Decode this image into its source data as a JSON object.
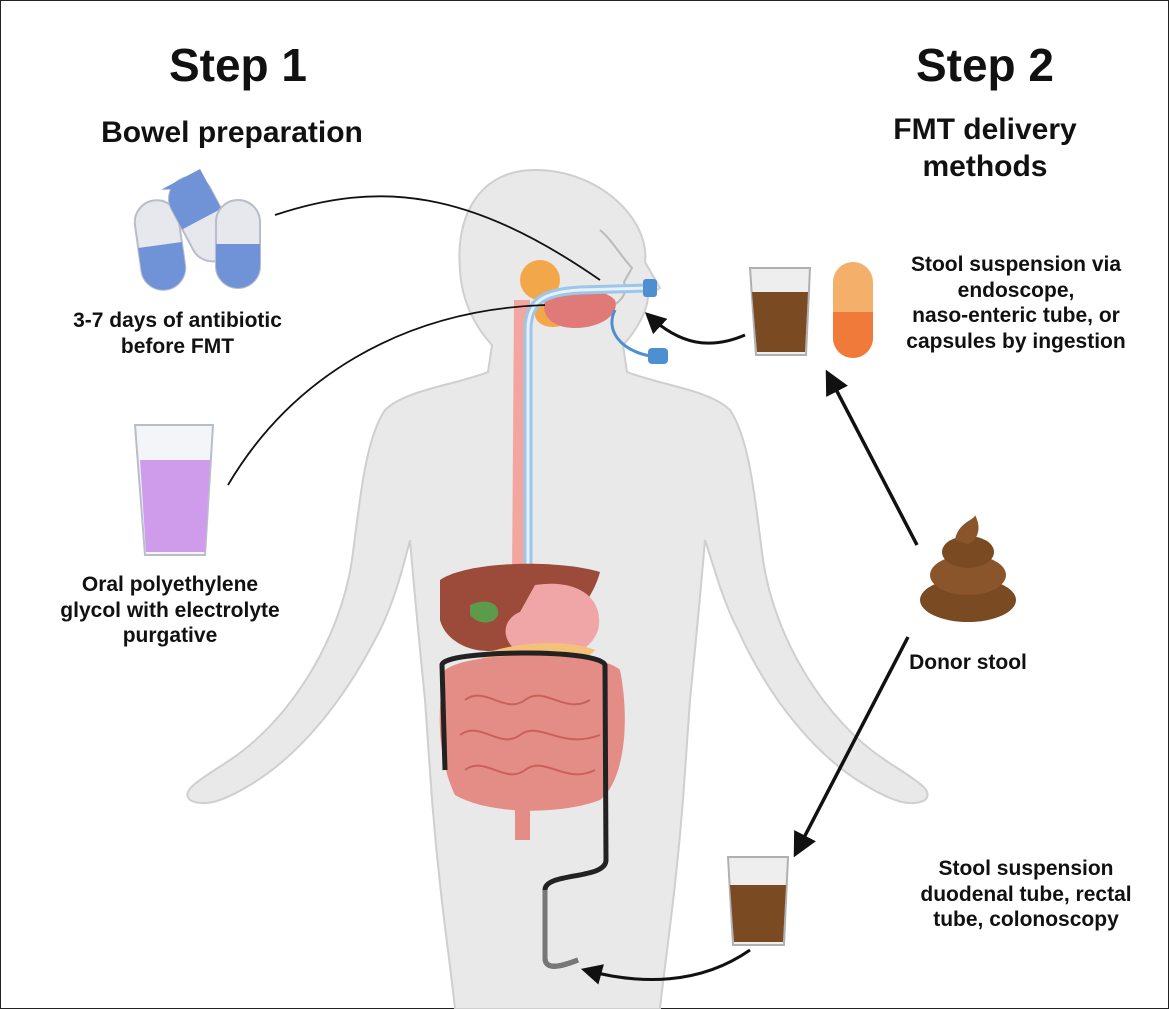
{
  "step1": {
    "title": "Step 1",
    "subtitle": "Bowel preparation",
    "antibiotic_label": [
      "3-7 days of antibiotic",
      "before FMT"
    ],
    "purgative_label": [
      "Oral polyethylene",
      "glycol with electrolyte",
      "purgative"
    ]
  },
  "step2": {
    "title": "Step 2",
    "subtitle": [
      "FMT delivery",
      "methods"
    ],
    "upper_route_label": [
      "Stool suspension via",
      "endoscope,",
      "naso-enteric tube, or",
      "capsules by ingestion"
    ],
    "donor_label": "Donor stool",
    "lower_route_label": [
      "Stool suspension",
      "duodenal tube, rectal",
      "tube, colonoscopy"
    ]
  },
  "icons": {
    "capsules": "antibiotic-capsules-icon",
    "glass": "purgative-glass-icon",
    "stool_cup": "stool-suspension-cup-icon",
    "orange_capsule": "stool-capsule-icon",
    "donor_stool": "donor-stool-icon",
    "body": "human-body-anatomy-icon"
  },
  "colors": {
    "capsule_blue": "#6f93d6",
    "capsule_white": "#e6e8ee",
    "purgative_purple": "#cf9cec",
    "stool_brown": "#7a4a22",
    "capsule_orange": "#ef7a3a",
    "body_gray": "#e9e9e9",
    "intestine_pink": "#e48c86",
    "tube_blue": "#9cc6ea"
  }
}
